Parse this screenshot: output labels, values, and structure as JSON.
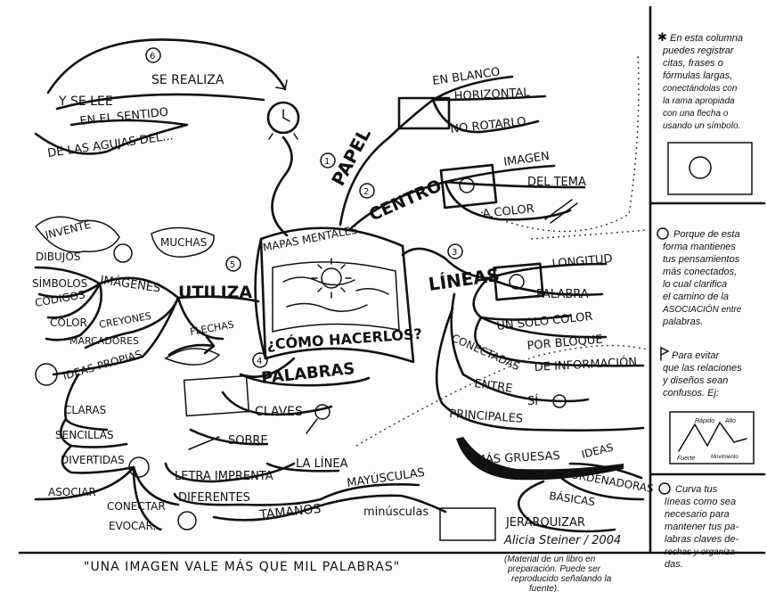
{
  "center": {
    "top": "MAPAS MENTALES",
    "bottom": "¿CÓMO HACERLOS?"
  },
  "branch_papel": {
    "number": "1",
    "label": "PAPEL",
    "items": [
      "EN BLANCO",
      "HORIZONTAL",
      "NO ROTARLO"
    ]
  },
  "branch_centro": {
    "number": "2",
    "label": "CENTRO",
    "items": [
      "IMAGEN",
      "DEL TEMA",
      "A COLOR"
    ]
  },
  "branch_lineas": {
    "number": "3",
    "label": "LÍNEAS",
    "items": [
      "LONGITUD",
      "PALABRA",
      "UN SOLO COLOR",
      "POR BLOQUE",
      "DE INFORMACIÓN",
      "CONECTADAS",
      "ENTRE",
      "SÍ",
      "PRINCIPALES",
      "MÁS GRUESAS",
      "IDEAS",
      "ORDENADORAS",
      "BÁSICAS",
      "JERARQUIZAR"
    ]
  },
  "branch_palabras": {
    "number": "4",
    "label": "PALABRAS",
    "items": [
      "CLAVES",
      "SOBRE",
      "LA LÍNEA",
      "LETRA IMPRENTA",
      "DIFERENTES",
      "TAMAÑOS",
      "MAYÚSCULAS",
      "minúsculas"
    ]
  },
  "branch_utiliza": {
    "number": "5",
    "label": "UTILIZA",
    "items": [
      "INVENTE",
      "MUCHAS",
      "DIBUJOS",
      "SÍMBOLOS",
      "IMÁGENES",
      "CÓDIGOS",
      "COLOR",
      "CREYONES",
      "MARCADORES",
      "FLECHAS",
      "IDEAS PROPIAS",
      "CLARAS",
      "SENCILLAS",
      "DIVERTIDAS",
      "ASOCIAR",
      "CONECTAR",
      "EVOCAR..."
    ]
  },
  "branch_lee": {
    "number": "6",
    "items": [
      "SE REALIZA",
      "Y SE LEE",
      "EN EL SENTIDO",
      "DE LAS AGUJAS DEL..."
    ]
  },
  "author": "Alicia Steiner / 2004",
  "quote": "\"UNA IMAGEN VALE MÁS QUE MIL PALABRAS\"",
  "note": [
    "(Material de un libro en",
    "preparación. Puede ser",
    "reproducido señalando la",
    "fuente)."
  ],
  "sidebar": {
    "note1": [
      "En esta columna",
      "puedes registrar",
      "citas, frases o",
      "fórmulas largas,",
      "conectándolas con",
      "la rama apropiada",
      "con una flecha o",
      "usando un símbolo."
    ],
    "note2": [
      "Porque de esta",
      "forma mantienes",
      "tus pensamientos",
      "más conectados,",
      "lo cual clarifica",
      "el camino de la",
      "ASOCIACIÓN entre",
      "palabras."
    ],
    "note3": [
      "Para evitar",
      "que las relaciones",
      "y diseños sean",
      "confusos. Ej:"
    ],
    "sketch_labels": [
      "Fuerte",
      "Rápido",
      "Alto",
      "Movimiento"
    ],
    "note4": [
      "Curva tus",
      "líneas como sea",
      "necesario para",
      "mantener tus pa-",
      "labras claves de-",
      "rechas y organiza-",
      "das."
    ]
  }
}
